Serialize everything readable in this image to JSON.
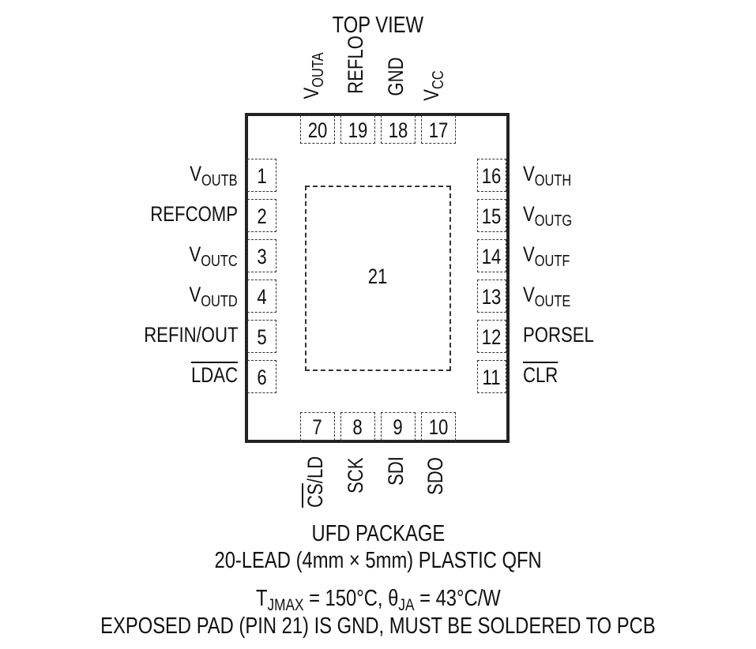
{
  "title": "TOP VIEW",
  "package": {
    "exposed_pad_number": "21",
    "top_pins": [
      {
        "number": "20",
        "label": "V",
        "sub": "OUTA"
      },
      {
        "number": "19",
        "label": "REFLO",
        "sub": ""
      },
      {
        "number": "18",
        "label": "GND",
        "sub": ""
      },
      {
        "number": "17",
        "label": "V",
        "sub": "CC"
      }
    ],
    "left_pins": [
      {
        "number": "1",
        "label": "V",
        "sub": "OUTB",
        "overline": false
      },
      {
        "number": "2",
        "label": "REFCOMP",
        "sub": "",
        "overline": false
      },
      {
        "number": "3",
        "label": "V",
        "sub": "OUTC",
        "overline": false
      },
      {
        "number": "4",
        "label": "V",
        "sub": "OUTD",
        "overline": false
      },
      {
        "number": "5",
        "label": "REFIN/OUT",
        "sub": "",
        "overline": false
      },
      {
        "number": "6",
        "label": "LDAC",
        "sub": "",
        "overline": true
      }
    ],
    "right_pins": [
      {
        "number": "16",
        "label": "V",
        "sub": "OUTH",
        "overline": false
      },
      {
        "number": "15",
        "label": "V",
        "sub": "OUTG",
        "overline": false
      },
      {
        "number": "14",
        "label": "V",
        "sub": "OUTF",
        "overline": false
      },
      {
        "number": "13",
        "label": "V",
        "sub": "OUTE",
        "overline": false
      },
      {
        "number": "12",
        "label": "PORSEL",
        "sub": "",
        "overline": false
      },
      {
        "number": "11",
        "label": "CLR",
        "sub": "",
        "overline": true
      }
    ],
    "bottom_pins": [
      {
        "number": "7",
        "label_overline": "CS",
        "label": "/LD"
      },
      {
        "number": "8",
        "label_overline": "",
        "label": "SCK"
      },
      {
        "number": "9",
        "label_overline": "",
        "label": "SDI"
      },
      {
        "number": "10",
        "label_overline": "",
        "label": "SDO"
      }
    ]
  },
  "caption": {
    "line1": "UFD PACKAGE",
    "line2": "20-LEAD (4mm × 5mm) PLASTIC QFN",
    "line3_t": "T",
    "line3_t_sub": "JMAX",
    "line3_mid": " = 150°C, θ",
    "line3_theta_sub": "JA",
    "line3_end": " = 43°C/W",
    "line4": "EXPOSED PAD (PIN 21) IS GND, MUST BE SOLDERED TO PCB"
  }
}
